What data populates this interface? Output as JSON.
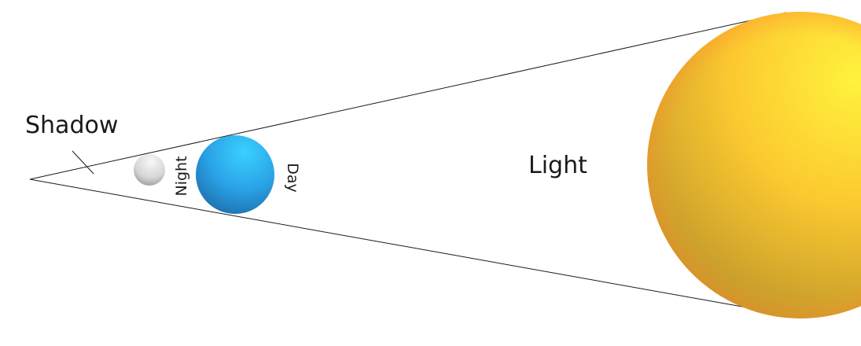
{
  "labels": {
    "shadow": "Shadow",
    "night": "Night",
    "day": "Day",
    "light": "Light"
  },
  "colors": {
    "background": "#ffffff",
    "line": "#1a1a1a",
    "sun_highlight": "#fff23d",
    "sun_mid": "#fcc930",
    "sun_shade": "#b8902a",
    "earth_highlight": "#3cc8ff",
    "earth_shade": "#1d77b6",
    "moon_highlight": "#f4f4f4",
    "moon_shade": "#9a9a9a"
  }
}
